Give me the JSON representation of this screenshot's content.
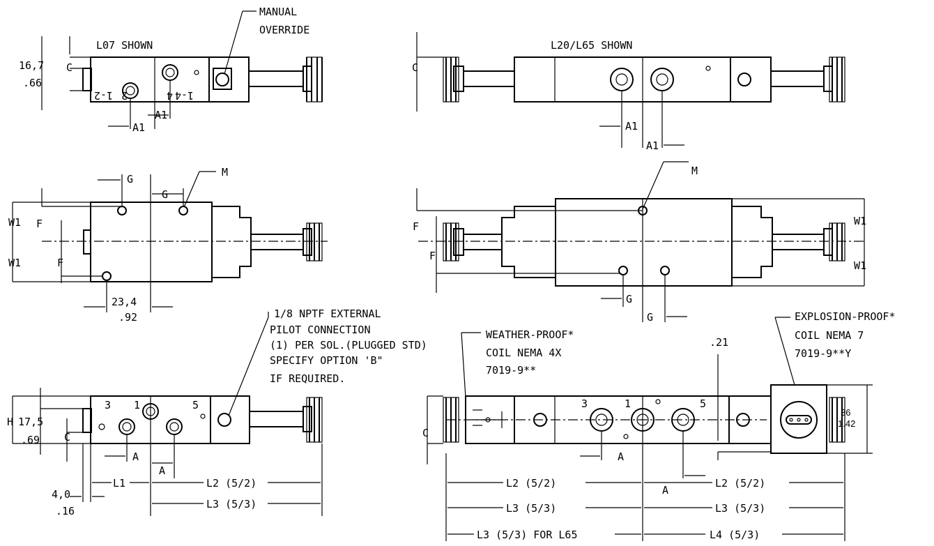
{
  "views": {
    "l07_shown": "L07 SHOWN",
    "l20_l65_shown": "L20/L65 SHOWN"
  },
  "callouts": {
    "manual_override_1": "MANUAL",
    "manual_override_2": "OVERRIDE",
    "pilot_1": "1/8 NPTF EXTERNAL",
    "pilot_2": "PILOT CONNECTION",
    "pilot_3": "(1) PER SOL.(PLUGGED STD)",
    "pilot_4": "SPECIFY OPTION 'B\"",
    "pilot_5": "IF REQUIRED.",
    "wp_1": "WEATHER-PROOF*",
    "wp_2": "COIL NEMA 4X",
    "wp_3": "7019-9**",
    "ep_1": "EXPLOSION-PROOF*",
    "ep_2": "COIL NEMA 7",
    "ep_3": "7019-9**Y",
    "m_left": "M",
    "m_right": "M"
  },
  "dimensions": {
    "d16_7": "16,7",
    "d66": ".66",
    "c": "C",
    "a1": "A1",
    "g": "G",
    "w1": "W1",
    "f": "F",
    "d23_4": "23,4",
    "d92": ".92",
    "h": "H",
    "d17_5": "17,5",
    "d69": ".69",
    "a": "A",
    "d4_0": "4,0",
    "d16": ".16",
    "l1": "L1",
    "l2": "L2 (5/2)",
    "l3": "L3 (5/3)",
    "l3_l65": "L3 (5/3) FOR L65",
    "l4": "L4 (5/3)",
    "d21": ".21",
    "d36": "36",
    "d1_42": "1.42"
  },
  "port_labels": {
    "p1": "1",
    "p3": "3",
    "p5": "5",
    "p2": "2",
    "p4": "4",
    "p12": "1-2",
    "p14": "1-4"
  }
}
